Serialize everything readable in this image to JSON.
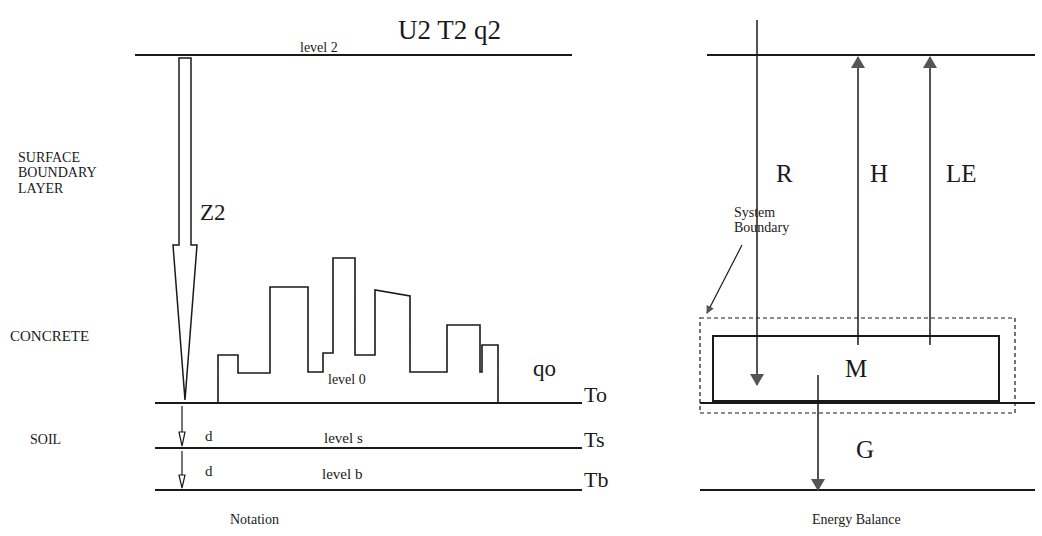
{
  "diagram": {
    "nodes": [
      {
        "text": [
          "M"
        ]
      }
    ],
    "labels": [
      "level 2",
      "U2 T2 q2",
      "SURFACE BOUNDARY LAYER",
      "Z2",
      "CONCRETE",
      "level 0",
      "qo",
      "To",
      "SOIL",
      "d",
      "level s",
      "Ts",
      "d",
      "level b",
      "Tb",
      "Notation",
      "R",
      "H",
      "LE",
      "System Boundary",
      "G",
      "Energy Balance"
    ]
  }
}
